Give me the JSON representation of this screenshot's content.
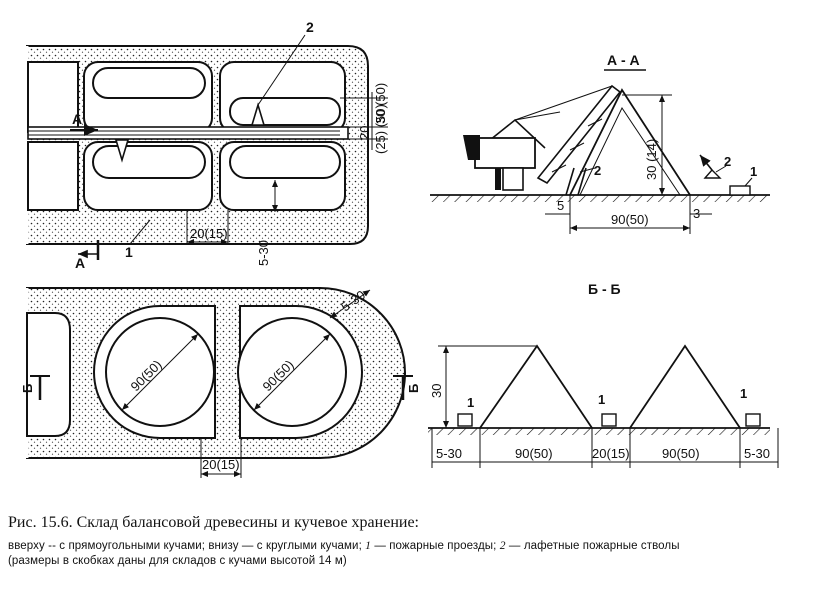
{
  "top_plan": {
    "section_mark": "А",
    "callout_1": "1",
    "callout_2": "2",
    "dim_passage_width": "20(15)",
    "dim_gap": "5-30",
    "dim_30_50": "30 (50)",
    "dim_20": "20",
    "dim_25_50": "(25) (50)"
  },
  "section_aa": {
    "title": "А - А",
    "dim_height": "30 (14)",
    "dim_5": "5",
    "dim_base": "90(50)",
    "dim_3": "3",
    "callout_1": "1",
    "callout_2": "2",
    "callout_2b": "2"
  },
  "bottom_plan": {
    "section_mark": "Б",
    "dim_diameter": "90(50)",
    "dim_gap": "5-30",
    "dim_passage_width": "20(15)"
  },
  "section_bb": {
    "title": "Б - Б",
    "dim_height": "30",
    "callout_1": "1",
    "dims": [
      "5-30",
      "90(50)",
      "20(15)",
      "90(50)",
      "5-30"
    ]
  },
  "caption": {
    "title": "Рис. 15.6. Склад балансовой древесины и кучевое хранение:",
    "line1_a": "вверху -- с прямоугольными кучами; внизу — с круглыми кучами;",
    "line1_n1": "1",
    "line1_b": "— пожарные проезды;",
    "line1_n2": "2",
    "line1_c": "— лафетные пожарные стволы",
    "line2": "(размеры в скобках даны для складов с кучами высотой 14 м)"
  }
}
